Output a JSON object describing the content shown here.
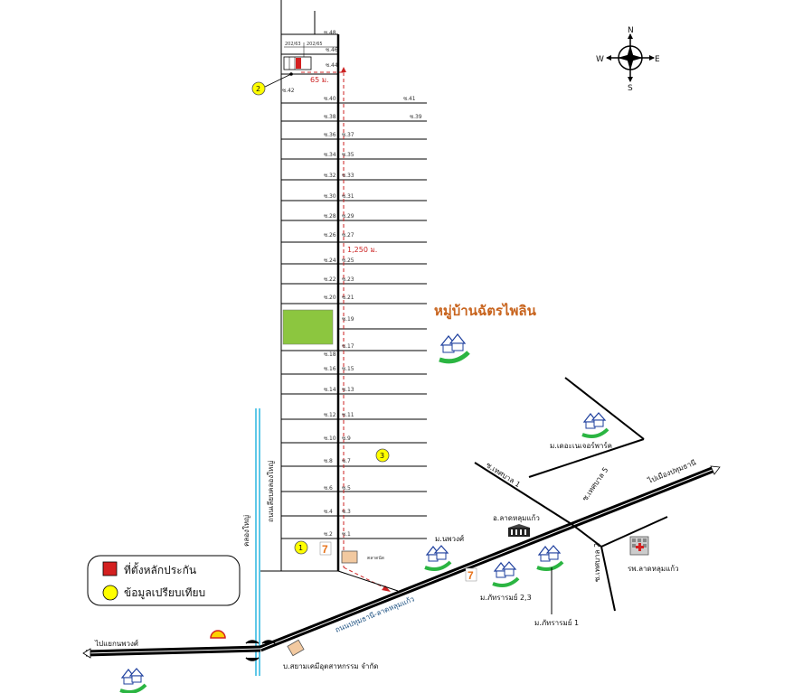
{
  "compass": {
    "n": "N",
    "s": "S",
    "e": "E",
    "w": "W"
  },
  "soi": {
    "s48": "ซ.48",
    "s46": "ซ.46",
    "s44": "ซ.44",
    "s42": "ซ.42",
    "s40": "ซ.40",
    "s41": "ซ.41",
    "s38": "ซ.38",
    "s39": "ซ.39",
    "s36": "ซ.36",
    "s37": "ซ.37",
    "s34": "ซ.34",
    "s35": "ซ.35",
    "s32": "ซ.32",
    "s33": "ซ.33",
    "s30": "ซ.30",
    "s31": "ซ.31",
    "s28": "ซ.28",
    "s29": "ซ.29",
    "s26": "ซ.26",
    "s27": "ซ.27",
    "s24": "ซ.24",
    "s25": "ซ.25",
    "s22": "ซ.22",
    "s23": "ซ.23",
    "s20": "ซ.20",
    "s21": "ซ.21",
    "s19": "ซ.19",
    "s17": "ซ.17",
    "s18": "ซ.18",
    "s16": "ซ.16",
    "s15": "ซ.15",
    "s14": "ซ.14",
    "s13": "ซ.13",
    "s12": "ซ.12",
    "s11": "ซ.11",
    "s10": "ซ.10",
    "s9": "ซ.9",
    "s8": "ซ.8",
    "s7": "ซ.7",
    "s6": "ซ.6",
    "s5": "ซ.5",
    "s4": "ซ.4",
    "s3": "ซ.3",
    "s2": "ซ.2",
    "s1": "ซ.1"
  },
  "plots": {
    "p1": "202/63",
    "p2": "202/65"
  },
  "distances": {
    "d65": "65 ม.",
    "d1250": "1,250 ม."
  },
  "markers": {
    "m1": "1",
    "m2": "2",
    "m3": "3"
  },
  "labels": {
    "village_title": "หมู่บ้านฉัตรไพลิน",
    "klong_yai_road": "ถนนเลียบคลองใหญ่",
    "klong_yai": "คลองใหญ่",
    "main_road": "ถนนปทุมธานี-ลาดหลุมแก้ว",
    "to_pathum": "ไปเมืองปทุมธานี",
    "to_bang_pho": "ไปแยกนพวงศ์",
    "market": "ตลาดนัด",
    "nopawong": "ม.นพวงศ์",
    "phattharamai23": "ม.ภัทรารมย์ 2,3",
    "phattharamai1": "ม.ภัทรารมย์ 1",
    "district_office": "อ.ลาดหลุมแก้ว",
    "hospital": "รพ.ลาดหลุมแก้ว",
    "the_nature": "ม.เดอะเนเจอร์พาร์ค",
    "tessaban1": "ซ.เทศบาล 1",
    "tessaban5": "ซ.เทศบาล 5",
    "tessaban2": "ซ.เทศบาล 2",
    "company": "บ.สยามเคมีอุตสาหกรรม จำกัด"
  },
  "legend": {
    "red_label": "ที่ตั้งหลักประกัน",
    "yellow_label": "ข้อมูลเปรียบเทียบ"
  },
  "colors": {
    "collateral": "#d42020",
    "comparison": "#ffff00",
    "canal": "#5fc8e8",
    "green_block": "#8cc63f",
    "distance_line": "#cc2222"
  }
}
